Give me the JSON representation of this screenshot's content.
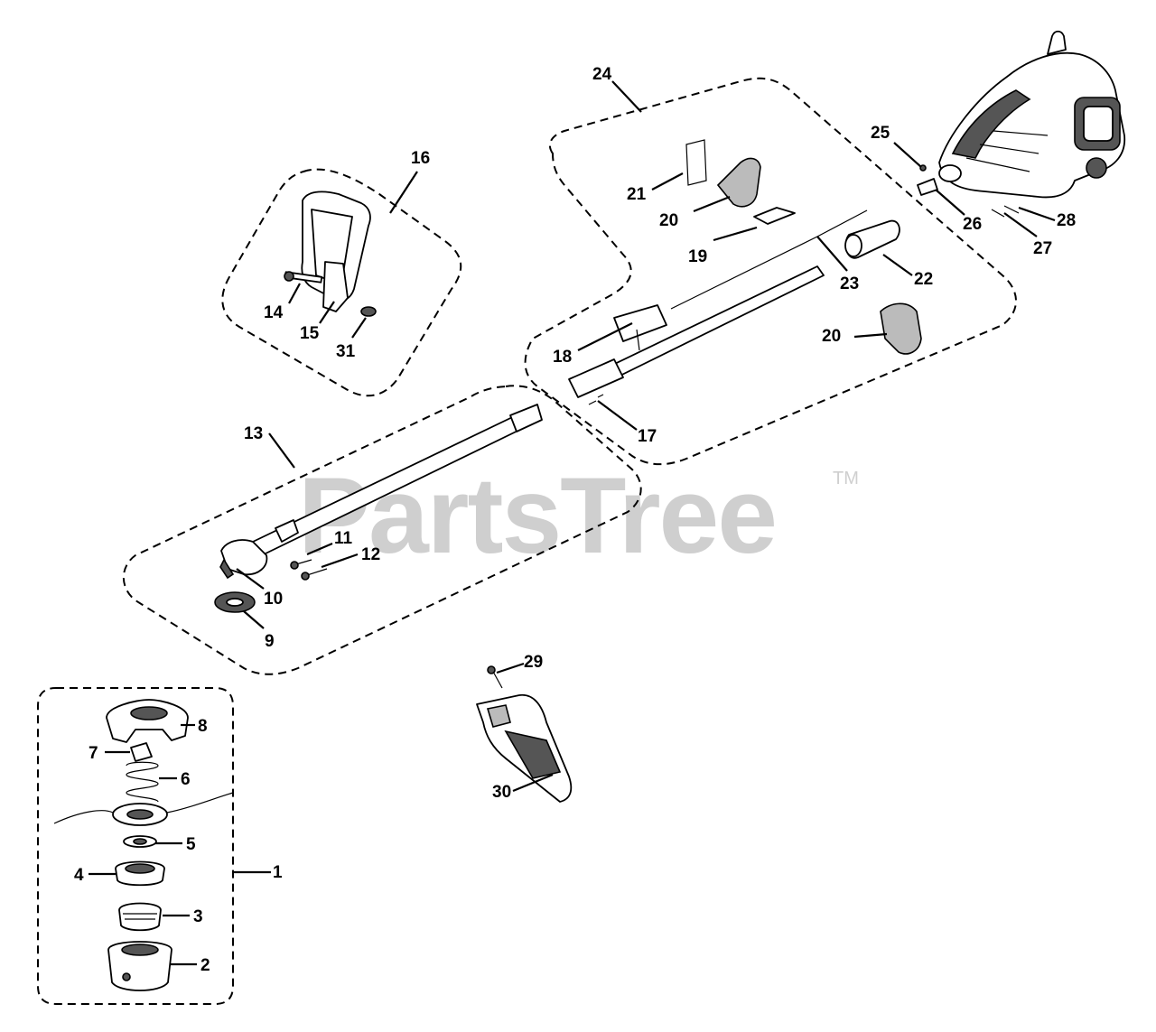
{
  "watermark": {
    "brand": "PartsTree",
    "trademark": "TM"
  },
  "callouts": {
    "c1": "1",
    "c2": "2",
    "c3": "3",
    "c4": "4",
    "c5": "5",
    "c6": "6",
    "c7": "7",
    "c8": "8",
    "c9": "9",
    "c10": "10",
    "c11": "11",
    "c12": "12",
    "c13": "13",
    "c14": "14",
    "c15": "15",
    "c16": "16",
    "c17": "17",
    "c18": "18",
    "c19": "19",
    "c20a": "20",
    "c20b": "20",
    "c21": "21",
    "c22": "22",
    "c23": "23",
    "c24": "24",
    "c25": "25",
    "c26": "26",
    "c27": "27",
    "c28": "28",
    "c29": "29",
    "c30": "30",
    "c31": "31"
  },
  "icons": {
    "engine": "engine-housing-icon",
    "trimmer_head": "trimmer-head-icon",
    "handle": "d-handle-icon",
    "shield": "debris-shield-icon"
  },
  "colors": {
    "line": "#000000",
    "watermark": "#cfcfcf",
    "background": "#ffffff"
  }
}
